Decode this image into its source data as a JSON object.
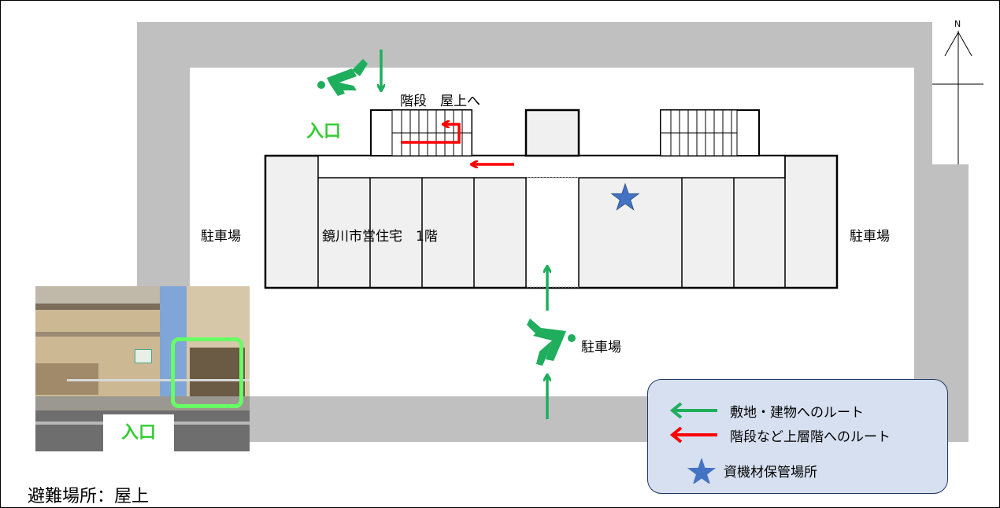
{
  "title": "避難場所：屋上",
  "compass": {
    "north_label": "N"
  },
  "labels": {
    "stairs_to_roof": "階段　屋上へ",
    "entrance": "入口",
    "building_name": "鏡川市営住宅　1階",
    "parking_left": "駐車場",
    "parking_right": "駐車場",
    "parking_bottom": "駐車場"
  },
  "photo": {
    "entrance_label": "入口"
  },
  "legend": {
    "green_arrow_label": "敷地・建物へのルート",
    "red_arrow_label": "階段など上層階へのルート",
    "star_label": "資機材保管場所"
  },
  "colors": {
    "route_green": "#1fae5c",
    "route_red": "#ff0000",
    "star_blue": "#4472c4",
    "road_gray": "#c0c0c0",
    "building_fill": "#f0f0f0",
    "legend_bg": "#d6e0f0",
    "entrance_text": "#33cc33"
  }
}
